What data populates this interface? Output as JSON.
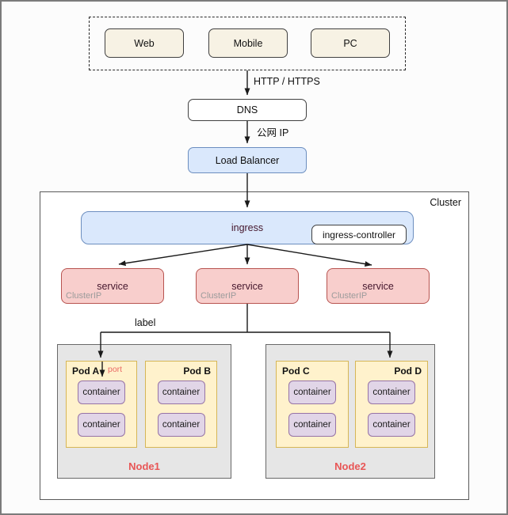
{
  "diagram": {
    "clients": {
      "items": [
        {
          "label": "Web"
        },
        {
          "label": "Mobile"
        },
        {
          "label": "PC"
        }
      ]
    },
    "flow": {
      "http_label": "HTTP / HTTPS",
      "dns_label": "DNS",
      "public_ip_label": "公网 IP",
      "load_balancer_label": "Load Balancer",
      "label_selector": "label",
      "port_label": "port"
    },
    "cluster": {
      "label": "Cluster",
      "ingress": {
        "label": "ingress",
        "controller_label": "ingress-controller"
      },
      "services": [
        {
          "label": "service",
          "type": "ClusterIP"
        },
        {
          "label": "service",
          "type": "ClusterIP"
        },
        {
          "label": "service",
          "type": "ClusterIP"
        }
      ],
      "nodes": [
        {
          "label": "Node1",
          "pods": [
            {
              "label": "Pod A",
              "containers": [
                "container",
                "container"
              ]
            },
            {
              "label": "Pod B",
              "containers": [
                "container",
                "container"
              ]
            }
          ]
        },
        {
          "label": "Node2",
          "pods": [
            {
              "label": "Pod C",
              "containers": [
                "container",
                "container"
              ]
            },
            {
              "label": "Pod D",
              "containers": [
                "container",
                "container"
              ]
            }
          ]
        }
      ]
    },
    "colors": {
      "client_fill": "#F7F2E4",
      "blue_fill": "#DAE8FC",
      "blue_border": "#6C8EBF",
      "service_fill": "#F8CECC",
      "service_border": "#B85450",
      "node_fill": "#E6E6E6",
      "pod_fill": "#FFF2CC",
      "pod_border": "#D6B656",
      "container_fill": "#E1D5E7",
      "container_border": "#9673A6",
      "node_label_text": "#E85656",
      "port_label_text": "#EA6B66",
      "dark_plum_text": "#45172D"
    }
  }
}
